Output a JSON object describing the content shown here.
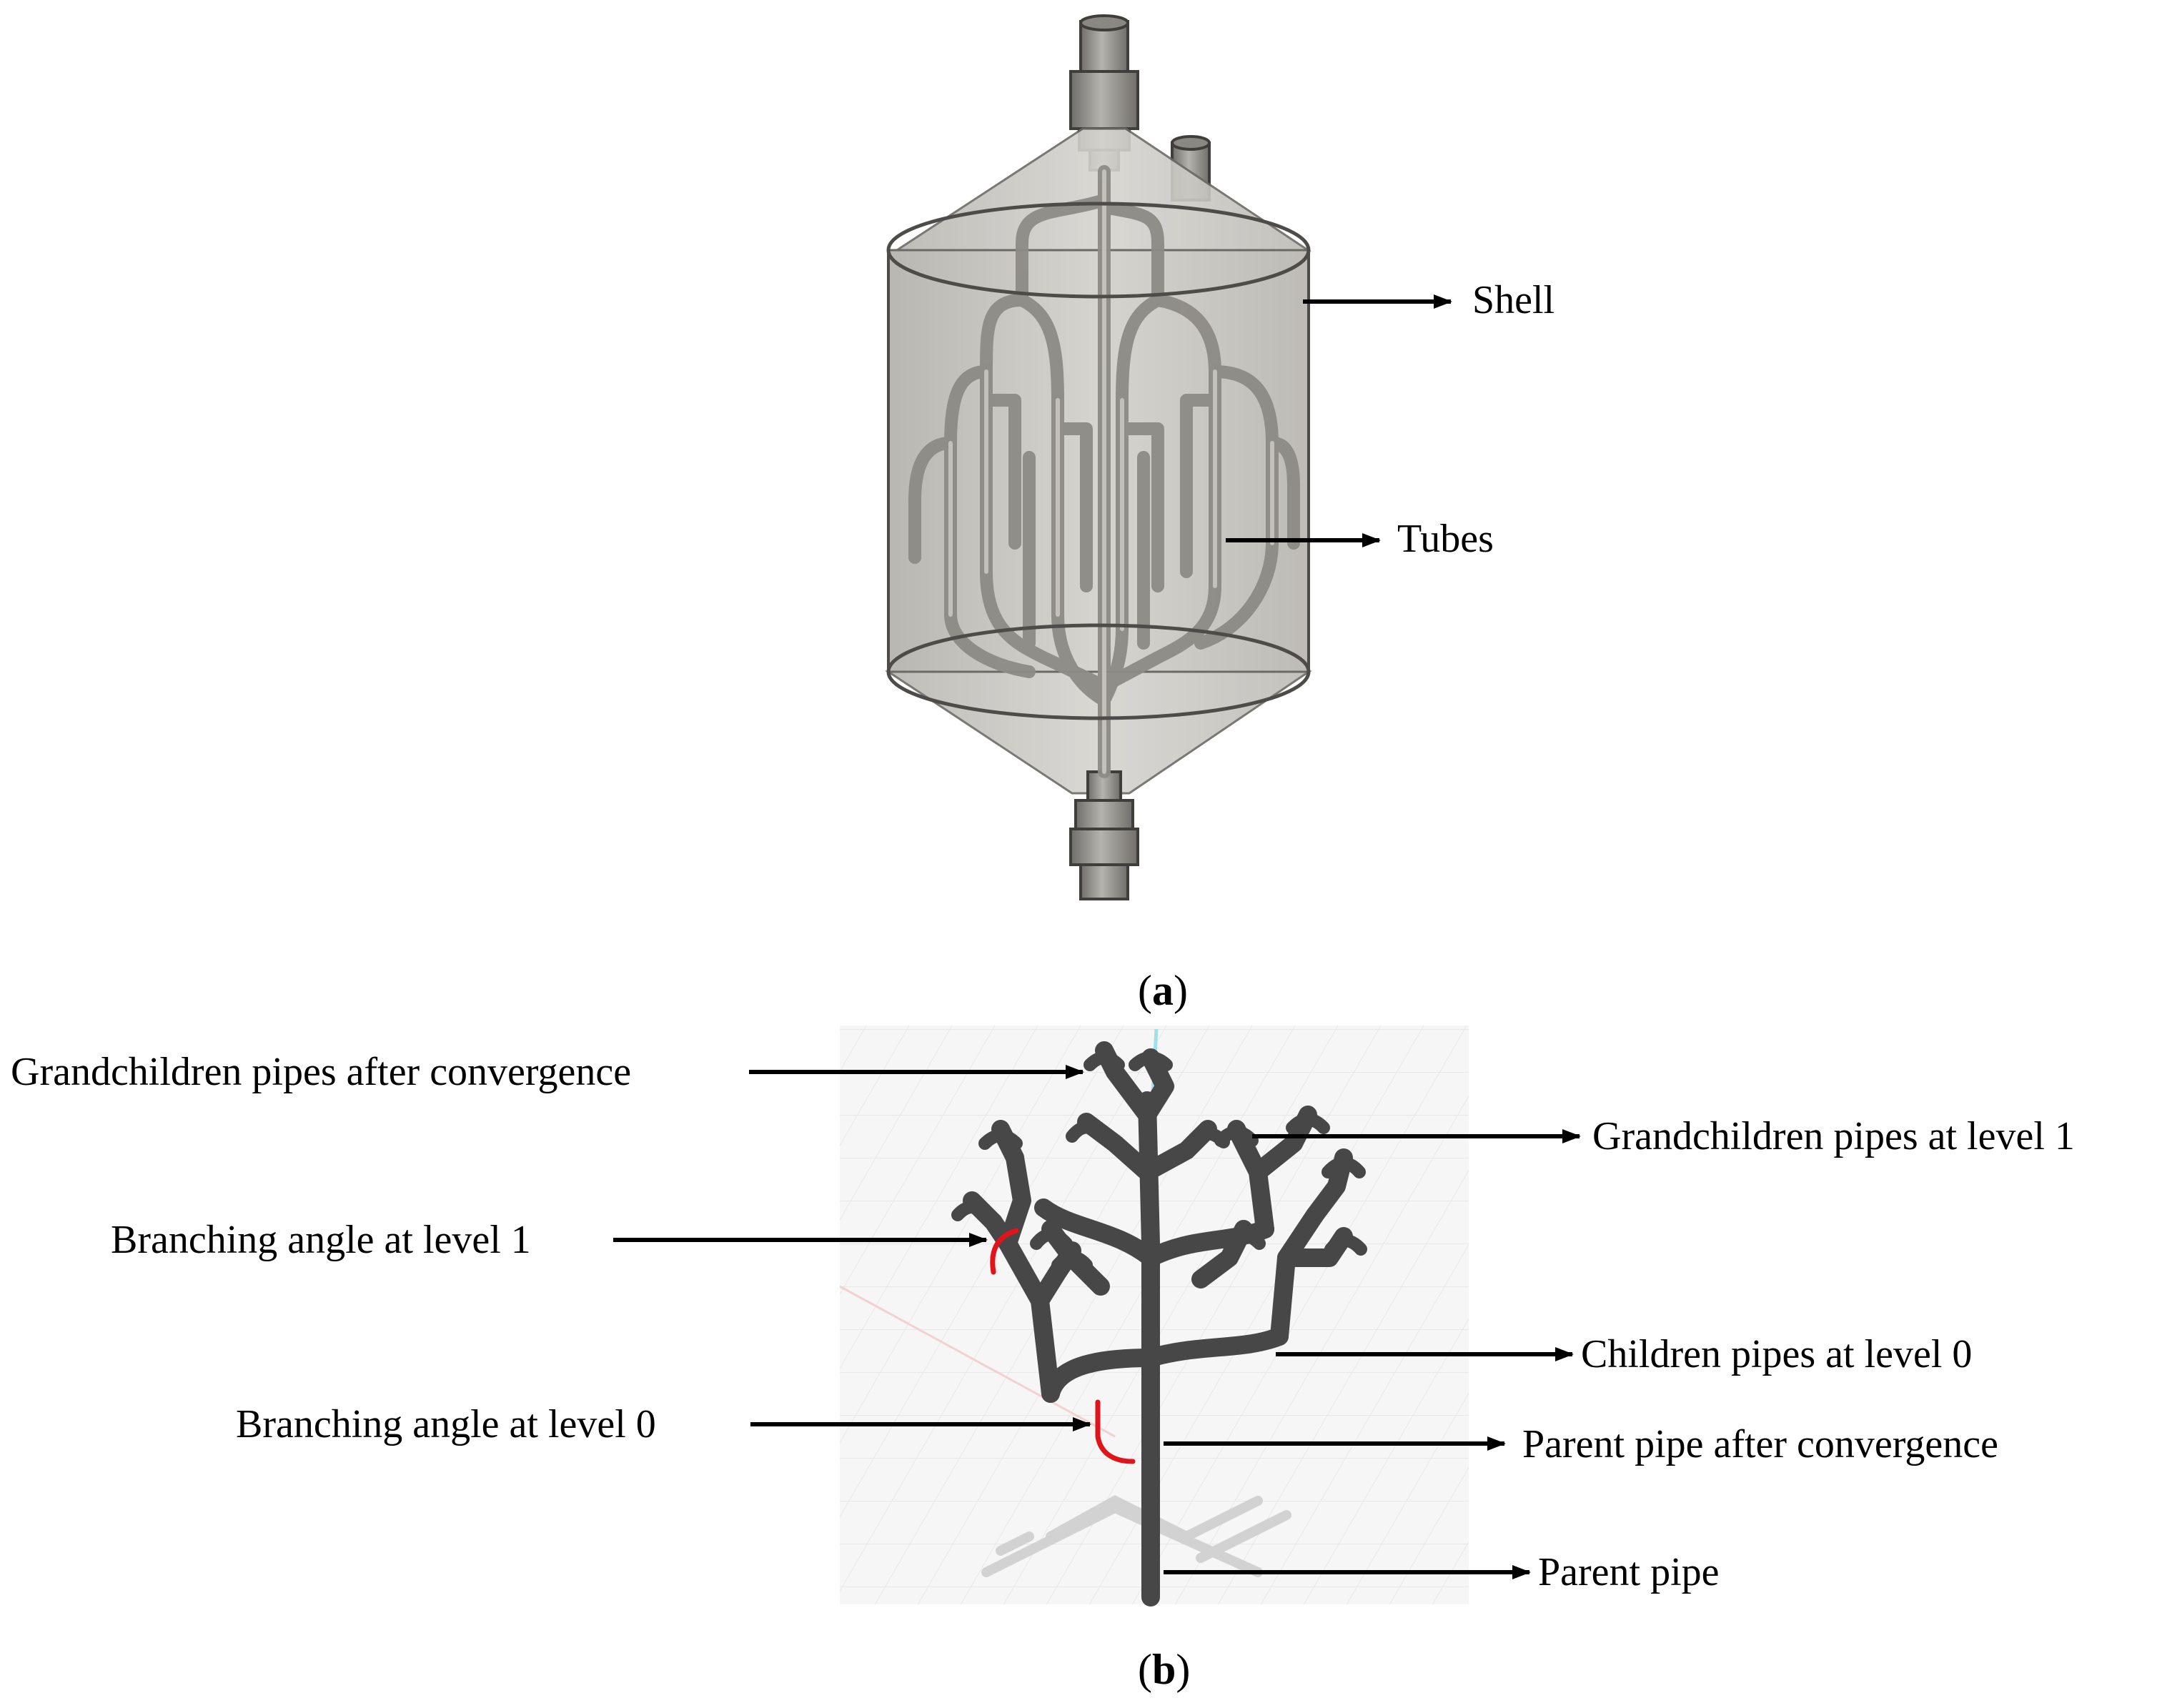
{
  "panel_a": {
    "caption_open": "(",
    "caption_letter": "a",
    "caption_close": ")",
    "labels": {
      "shell": "Shell",
      "tubes": "Tubes"
    }
  },
  "panel_b": {
    "caption_open": "(",
    "caption_letter": "b",
    "caption_close": ")",
    "labels": {
      "grandchildren_after": "Grandchildren pipes after convergence",
      "grandchildren_level1": "Grandchildren pipes at level 1",
      "branching_angle_1": "Branching angle at level 1",
      "children_level0": "Children pipes at level 0",
      "branching_angle_0": "Branching angle at level 0",
      "parent_after": "Parent pipe after convergence",
      "parent": "Parent pipe"
    }
  },
  "colors": {
    "shell_fill": "#c9c7c2",
    "shell_stroke": "#5a5955",
    "tube": "#9a9893",
    "pipe_dark": "#4b4b4b",
    "angle_marker": "#e0141b",
    "arrow": "#000000"
  }
}
